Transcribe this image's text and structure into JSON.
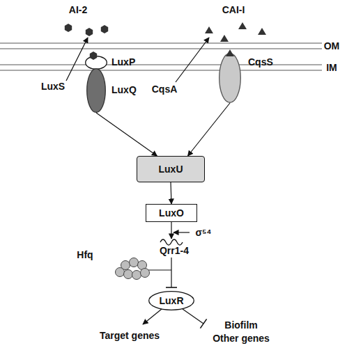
{
  "diagram": {
    "nodes": [
      {
        "text": [
          "LuxP"
        ]
      },
      {
        "text": [
          "LuxQ"
        ]
      },
      {
        "text": [
          "CqsS"
        ]
      },
      {
        "text": [
          "LuxU"
        ]
      },
      {
        "text": [
          "LuxO"
        ]
      },
      {
        "text": [
          "LuxR"
        ]
      }
    ],
    "edges": [
      {
        "from": 1,
        "to": 3,
        "arrow": "to"
      },
      {
        "from": 2,
        "to": 3,
        "arrow": "to"
      },
      {
        "from": 3,
        "to": 4,
        "arrow": "to"
      }
    ],
    "labels": [
      "AI-2",
      "CAI-I",
      "OM",
      "IM",
      "LuxS",
      "CqsA",
      "σ⁵⁴",
      "Qrr1-4",
      "Hfq",
      "Target genes",
      "Biofilm",
      "Other genes"
    ]
  }
}
